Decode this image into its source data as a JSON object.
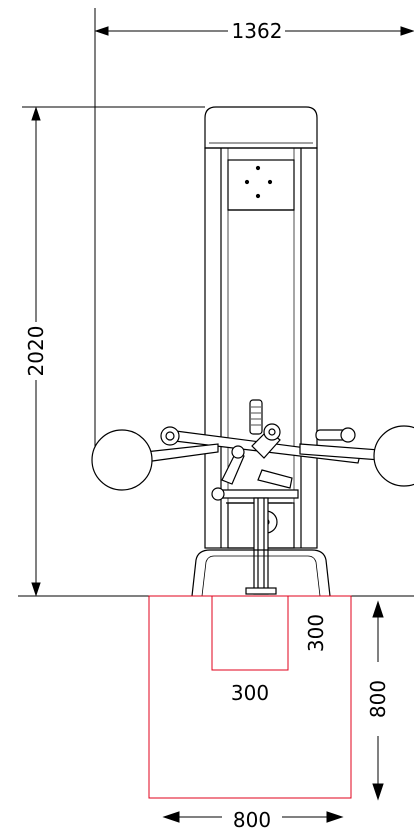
{
  "dimensions": {
    "width": "1362",
    "height": "2020",
    "footprint_width": "800",
    "footprint_depth": "800",
    "foundation_width": "300",
    "foundation_depth": "300"
  },
  "colors": {
    "line": "#000000",
    "foundation": "#e0001b"
  }
}
